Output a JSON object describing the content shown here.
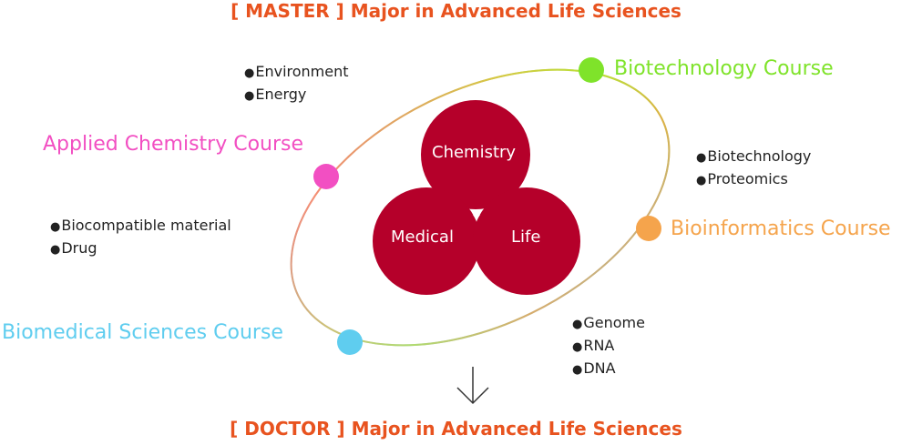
{
  "titles": {
    "master": "[ MASTER ] Major in Advanced Life Sciences",
    "doctor": "[ DOCTOR ] Major in Advanced Life Sciences"
  },
  "courses": {
    "biotechnology": {
      "label": "Biotechnology Course",
      "color": "#7fe32a"
    },
    "applied_chemistry": {
      "label": "Applied Chemistry Course",
      "color": "#f24fc2"
    },
    "bioinformatics": {
      "label": "Bioinformatics Course",
      "color": "#f5a44c"
    },
    "biomedical": {
      "label": "Biomedical Sciences Course",
      "color": "#5fcdef"
    }
  },
  "topics": {
    "environment": [
      "Environment",
      "Energy"
    ],
    "biotechnology": [
      "Biotechnology",
      "Proteomics"
    ],
    "applied_chemistry": [
      "Biocompatible material",
      "Drug"
    ],
    "bioinformatics": [
      "Genome",
      "RNA",
      "DNA"
    ]
  },
  "center": {
    "chemistry": "Chemistry",
    "medical": "Medical",
    "life": "Life",
    "color": "#b5002a"
  }
}
